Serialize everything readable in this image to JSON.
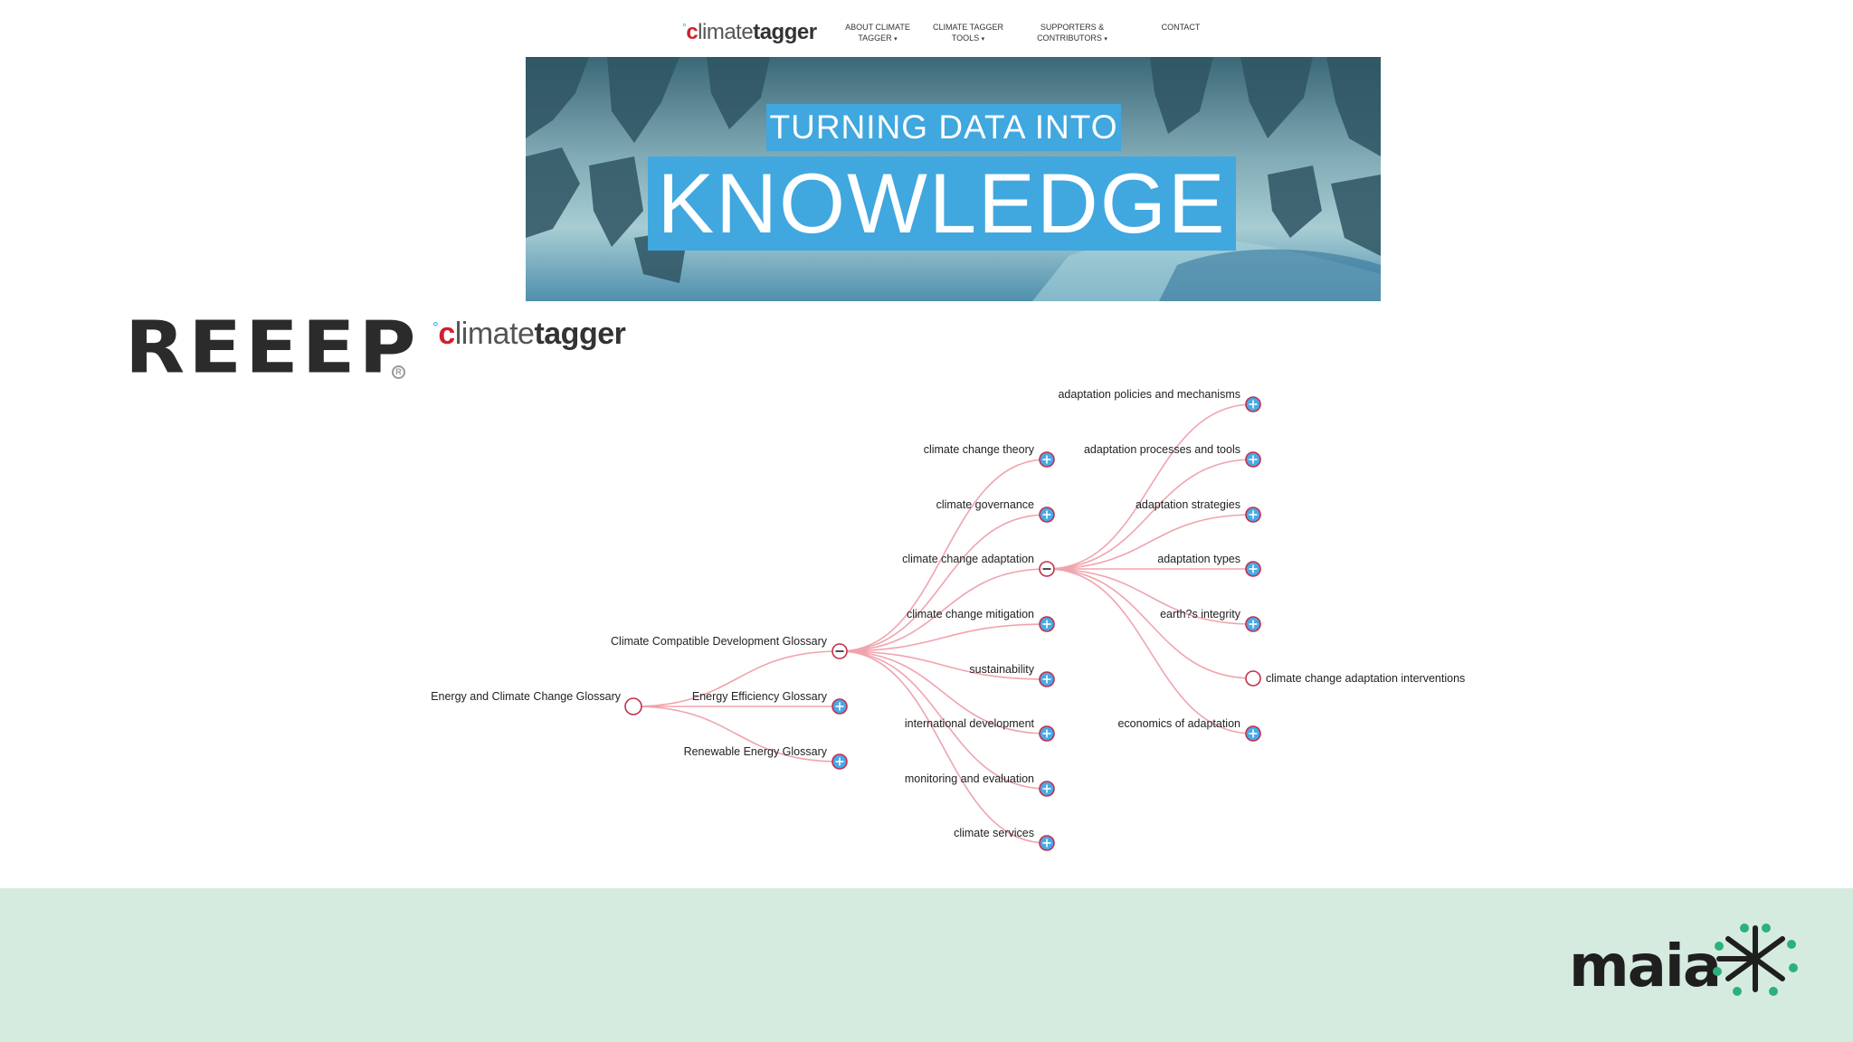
{
  "header": {
    "logo": {
      "light": "limate",
      "bold": "tagger",
      "c": "c",
      "deg": "°"
    },
    "nav": [
      {
        "line1": "ABOUT CLIMATE",
        "line2": "TAGGER",
        "caret": "▾"
      },
      {
        "line1": "CLIMATE TAGGER",
        "line2": "TOOLS",
        "caret": "▾"
      },
      {
        "line1": "SUPPORTERS &",
        "line2": "CONTRIBUTORS",
        "caret": "▾"
      },
      {
        "line1": "CONTACT",
        "line2": "",
        "caret": ""
      }
    ]
  },
  "hero": {
    "line1": "TURNING DATA INTO",
    "line2": "KNOWLEDGE"
  },
  "logos": {
    "reeep": "REEEP",
    "reeep_reg": "R",
    "climatetagger": {
      "light": "limate",
      "bold": "tagger",
      "c": "c",
      "deg": "°"
    },
    "maia": "maia"
  },
  "tree": {
    "root": "Energy and Climate Change Glossary",
    "level1": [
      "Climate Compatible Development Glossary",
      "Energy Efficiency Glossary",
      "Renewable Energy Glossary"
    ],
    "level2": [
      "climate change theory",
      "climate governance",
      "climate change adaptation",
      "climate change mitigation",
      "sustainability",
      "international development",
      "monitoring and evaluation",
      "climate services"
    ],
    "level3": [
      "adaptation policies and mechanisms",
      "adaptation processes and tools",
      "adaptation strategies",
      "adaptation types",
      "earth?s integrity",
      "climate change adaptation interventions",
      "economics of adaptation"
    ],
    "colors": {
      "link": "#f0a3ad",
      "node_stroke": "#c0304a",
      "expand_fill": "#47a9e8"
    }
  }
}
